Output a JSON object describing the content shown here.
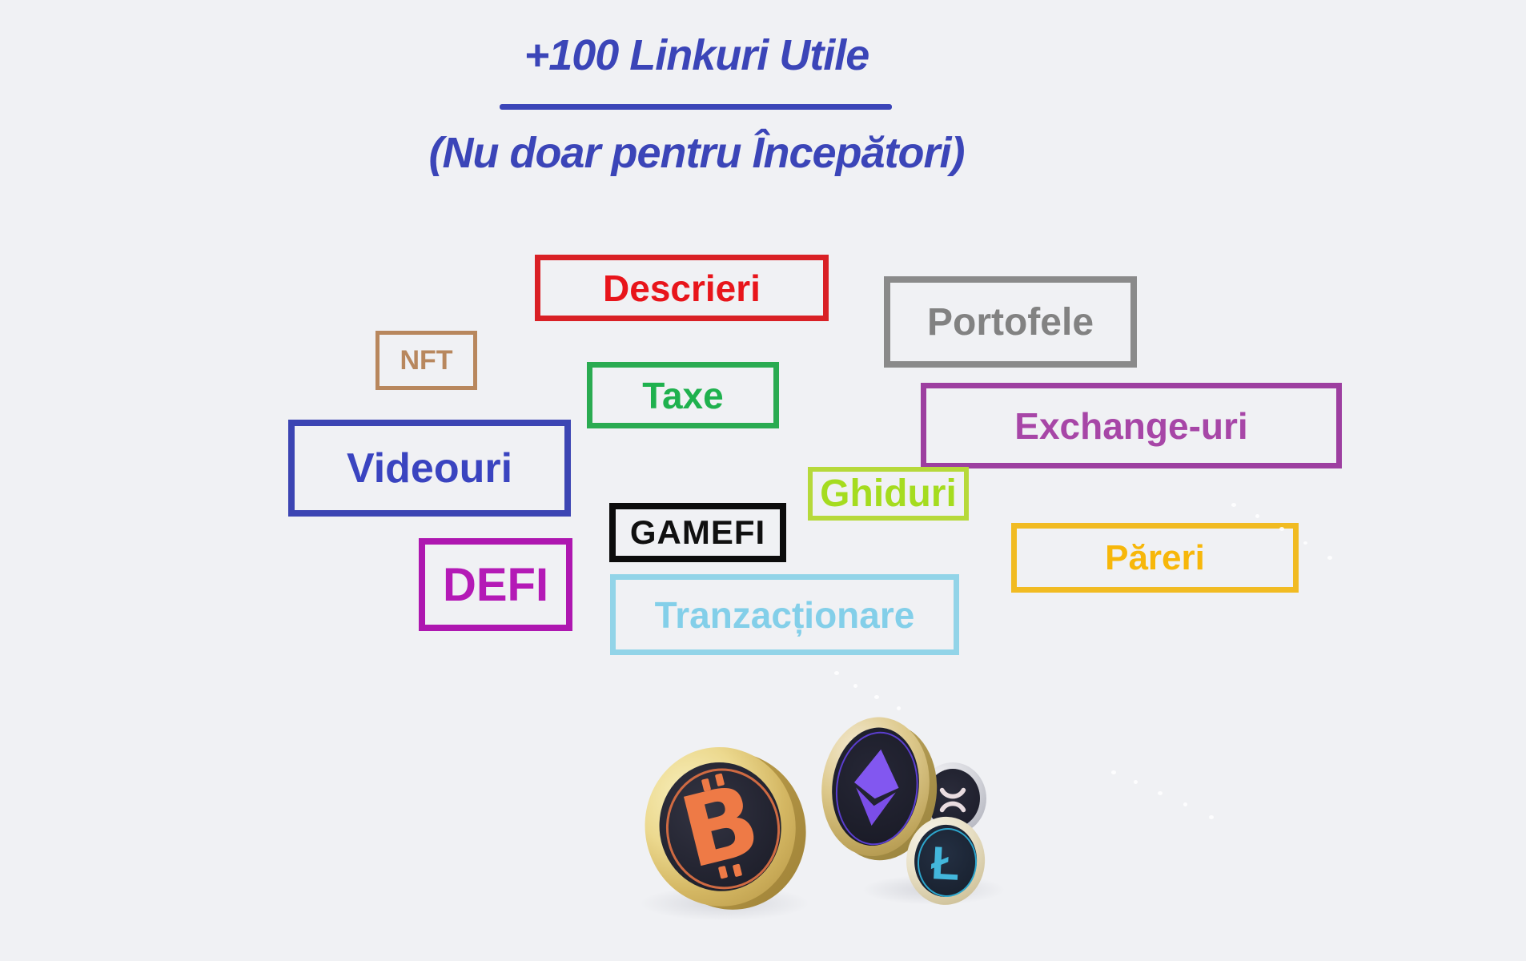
{
  "page": {
    "background_color": "#f0f1f4"
  },
  "header": {
    "title": "+100 Linkuri Utile",
    "subtitle": "(Nu doar pentru Începători)",
    "text_color": "#3b45b8"
  },
  "categories": [
    {
      "label": "Descrieri",
      "border": "#d92025",
      "text": "#e8151b"
    },
    {
      "label": "Portofele",
      "border": "#8a8a8a",
      "text": "#828282"
    },
    {
      "label": "NFT",
      "border": "#b8875d",
      "text": "#b8875d"
    },
    {
      "label": "Taxe",
      "border": "#2aab51",
      "text": "#1fb14e"
    },
    {
      "label": "Exchange-uri",
      "border": "#9d3fa0",
      "text": "#a746a7"
    },
    {
      "label": "Videouri",
      "border": "#3c45b3",
      "text": "#3a44c0"
    },
    {
      "label": "Ghiduri",
      "border": "#b6d93a",
      "text": "#a5dc1f"
    },
    {
      "label": "GAMEFI",
      "border": "#0c0c0c",
      "text": "#101010"
    },
    {
      "label": "Păreri",
      "border": "#f1bb22",
      "text": "#f7b70a"
    },
    {
      "label": "DEFI",
      "border": "#ae17b0",
      "text": "#b41ab6"
    },
    {
      "label": "Tranzacționare",
      "border": "#92d4e8",
      "text": "#83cfe9"
    }
  ],
  "coins": [
    {
      "name": "Bitcoin",
      "symbol": "B",
      "accent": "#ee7a46",
      "face": "#242532",
      "rim": "#d4b763"
    },
    {
      "name": "Ethereum",
      "symbol": "",
      "accent": "#8257f0",
      "face": "#1e1f2c",
      "rim": "#ddc98c"
    },
    {
      "name": "XRP",
      "symbol": "",
      "accent": "#e9dce0",
      "face": "#222330",
      "rim": "#d4d5db"
    },
    {
      "name": "Litecoin",
      "symbol": "Ł",
      "accent": "#43b7dc",
      "face": "#1c2432",
      "rim": "#e8e0c6"
    }
  ]
}
